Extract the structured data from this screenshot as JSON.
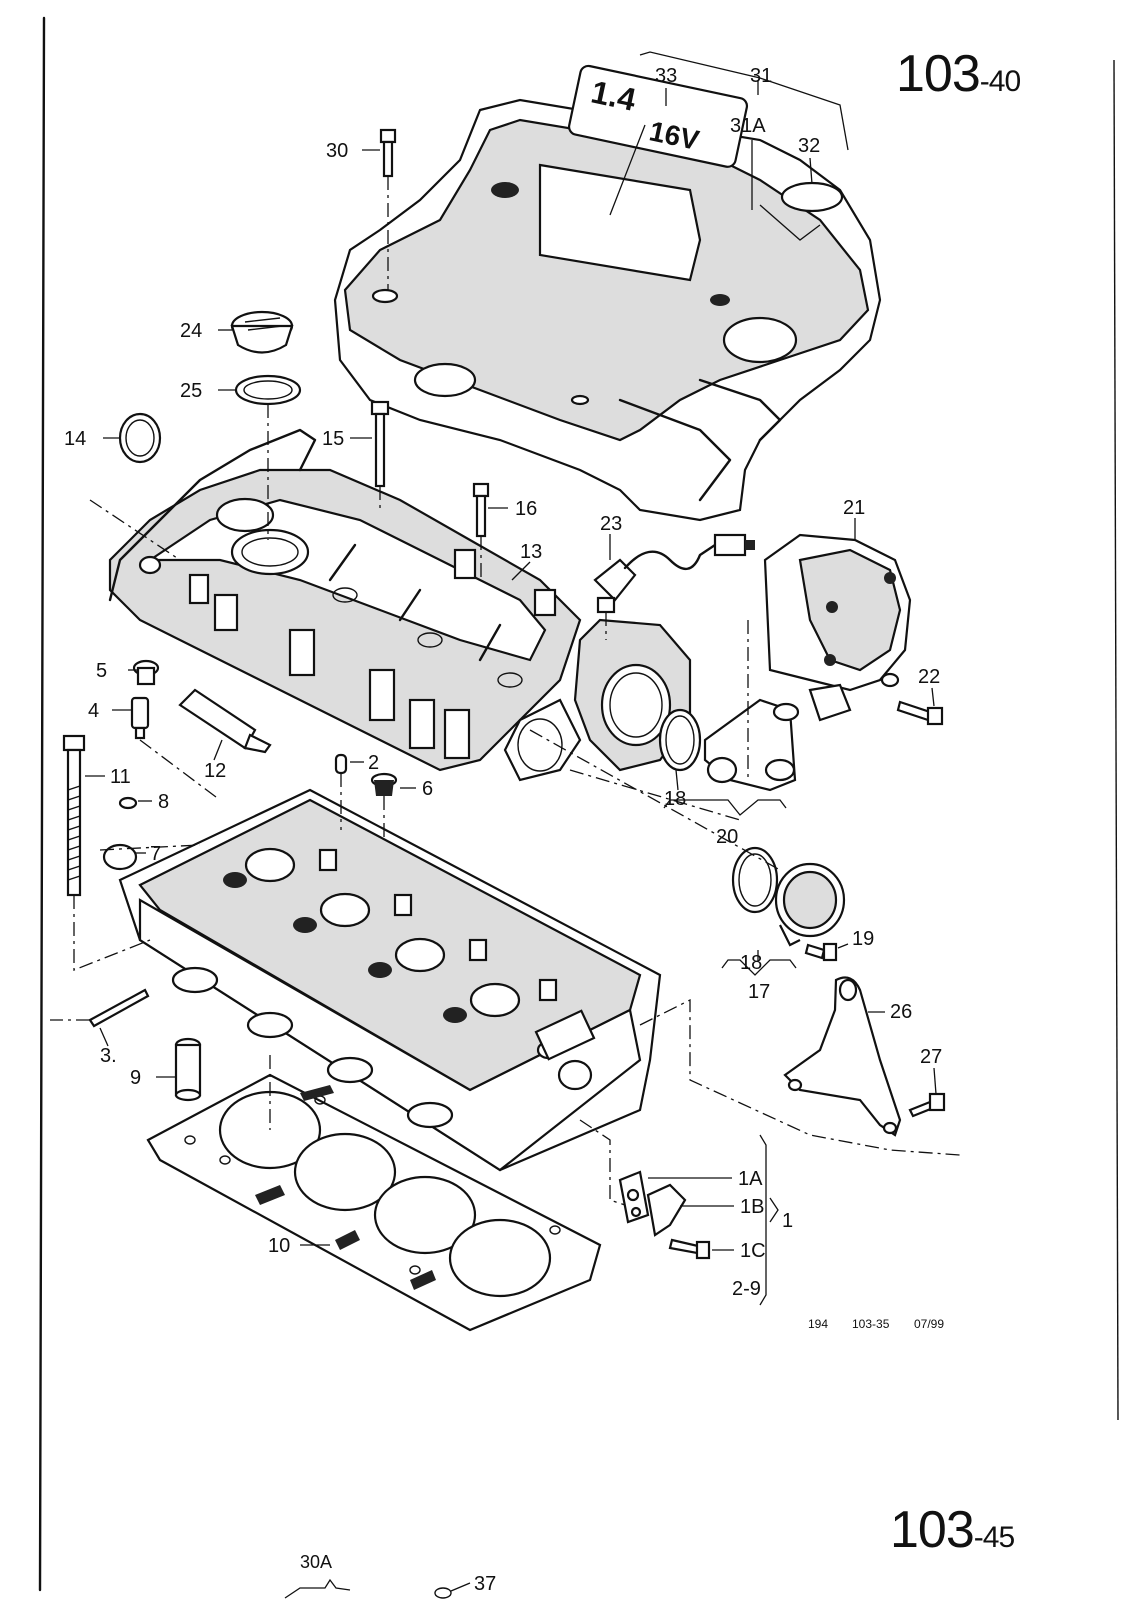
{
  "page": {
    "number_top_main": "103",
    "number_top_sub": "-40",
    "number_bottom_main": "103",
    "number_bottom_sub": "-45"
  },
  "badge": {
    "text_top": "1.4",
    "text_bottom": "16V"
  },
  "footer": {
    "code_1": "194",
    "code_2": "103-35",
    "code_3": "07/99"
  },
  "callouts": {
    "c1": "1",
    "c1A": "1A",
    "c1B": "1B",
    "c1C": "1C",
    "c2_9": "2-9",
    "c2": "2",
    "c3": "3.",
    "c4": "4",
    "c5": "5",
    "c6": "6",
    "c7": "7",
    "c8": "8",
    "c9": "9",
    "c10": "10",
    "c11": "11",
    "c12": "12",
    "c13": "13",
    "c14": "14",
    "c15": "15",
    "c16": "16",
    "c17": "17",
    "c18a": "18",
    "c18b": "18",
    "c19": "19",
    "c20": "20",
    "c21": "21",
    "c22": "22",
    "c23": "23",
    "c24": "24",
    "c25": "25",
    "c26": "26",
    "c27": "27",
    "c30": "30",
    "c30A": "30A",
    "c31": "31",
    "c31A": "31A",
    "c32": "32",
    "c33": "33",
    "c37": "37"
  }
}
